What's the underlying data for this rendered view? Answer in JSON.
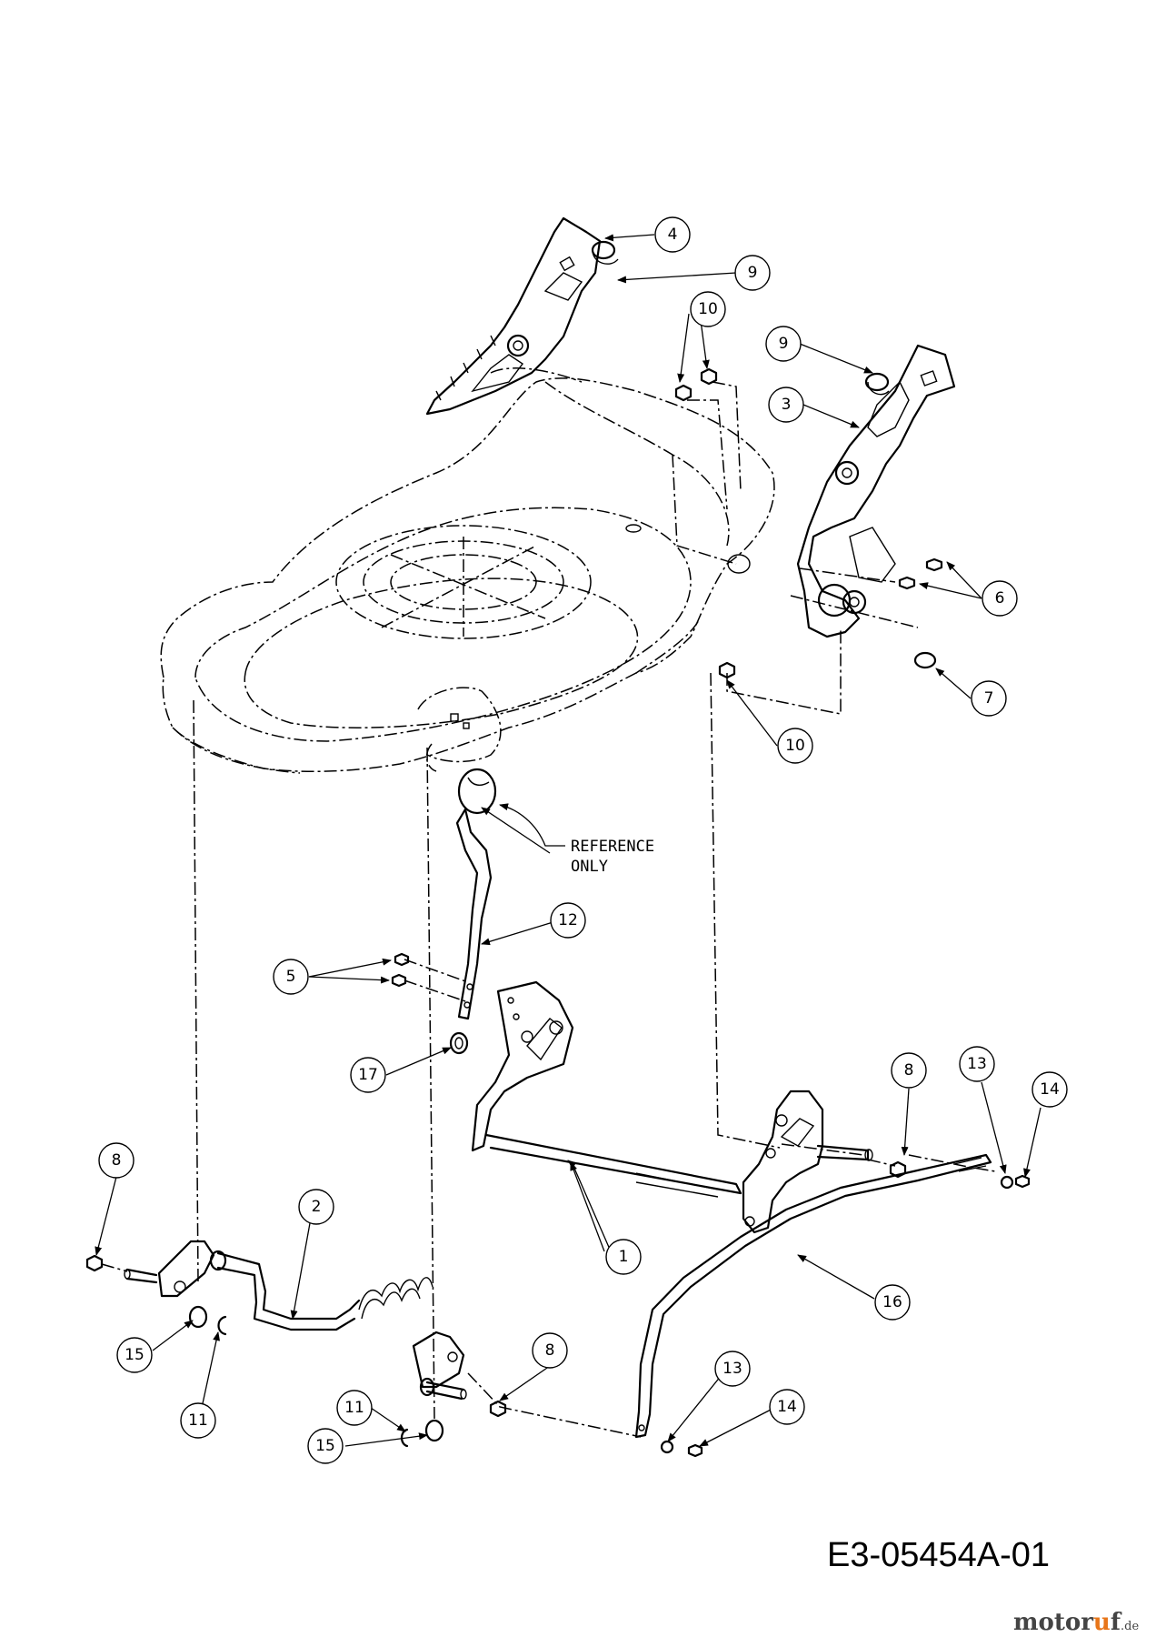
{
  "diagram": {
    "reference_note": [
      "REFERENCE",
      "ONLY"
    ],
    "drawing_code": "E3-05454A-01",
    "logo": {
      "part1": "motor",
      "accent": "u",
      "part2": "f",
      "suffix": ".de"
    },
    "callouts": [
      "4",
      "9",
      "10",
      "9",
      "3",
      "6",
      "7",
      "10",
      "12",
      "5",
      "17",
      "8",
      "13",
      "14",
      "8",
      "2",
      "1",
      "16",
      "15",
      "11",
      "8",
      "13",
      "14",
      "11",
      "15"
    ]
  }
}
